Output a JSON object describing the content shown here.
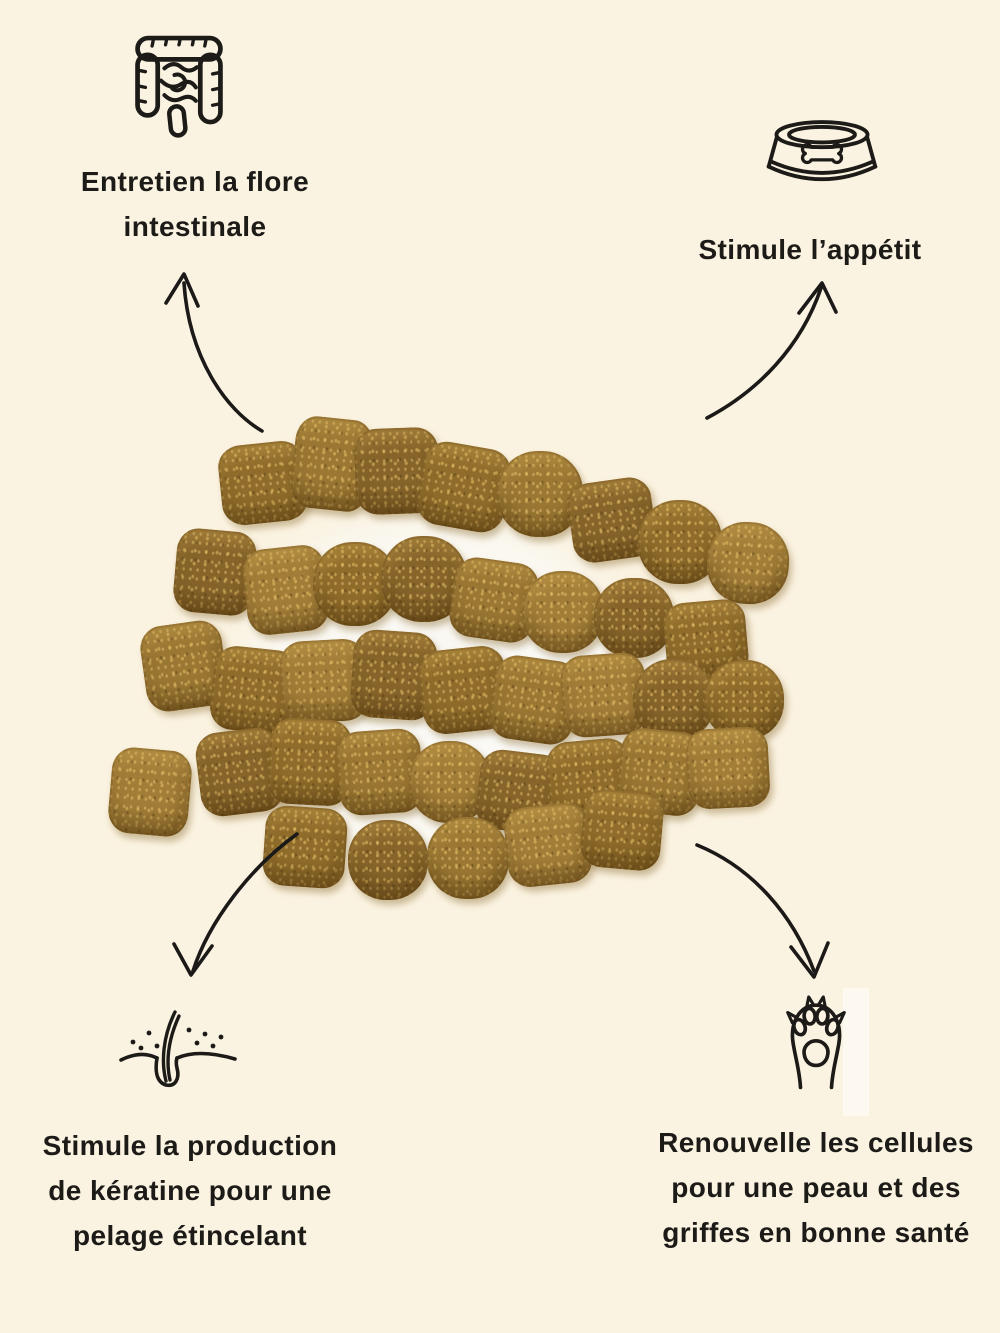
{
  "page": {
    "background": "#fbf3e1",
    "ink": "#1c1b18",
    "arrow_color": "#1b1a18",
    "description": "Pet food benefits infographic: central pile of kibble with four benefit labels linked by curved arrows"
  },
  "features": [
    {
      "id": "flore-intestinale",
      "icon": "intestine-icon",
      "lines": [
        "Entretien la flore",
        "intestinale"
      ]
    },
    {
      "id": "appetit",
      "icon": "pet-bowl-icon",
      "lines": [
        "Stimule l’appétit"
      ]
    },
    {
      "id": "keratine",
      "icon": "hair-follicle-icon",
      "lines": [
        "Stimule la production",
        "de kératine pour une",
        "pelage étincelant"
      ]
    },
    {
      "id": "cellules",
      "icon": "paw-icon",
      "lines": [
        "Renouvelle les cellules",
        "pour une peau et des",
        "griffes en bonne santé"
      ]
    }
  ],
  "kibble": {
    "description": "pile of speckled golden-brown dog kibble pieces",
    "count": 39,
    "palette": [
      "#8f6c2b",
      "#9a7733",
      "#86642a",
      "#a17d38"
    ]
  }
}
